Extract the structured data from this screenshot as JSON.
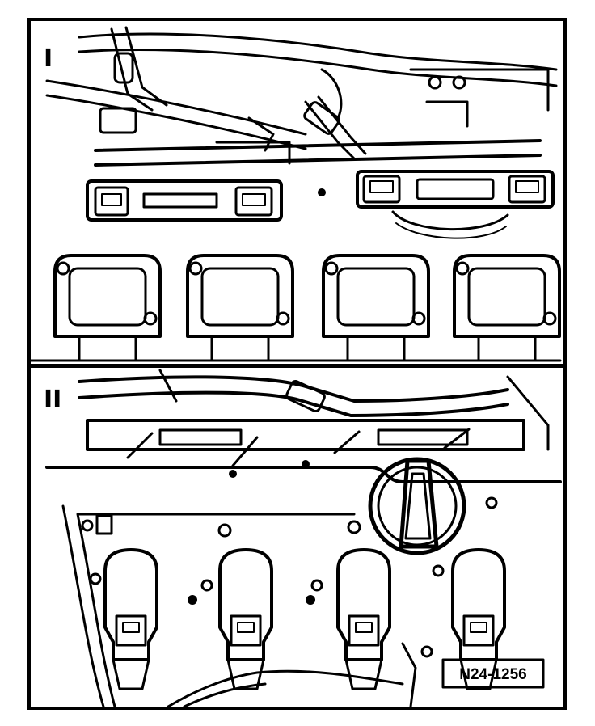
{
  "figure": {
    "panel_labels": [
      "I",
      "II"
    ],
    "reference_number": "N24-1256"
  },
  "colors": {
    "ink": "#000000",
    "paper": "#ffffff"
  }
}
